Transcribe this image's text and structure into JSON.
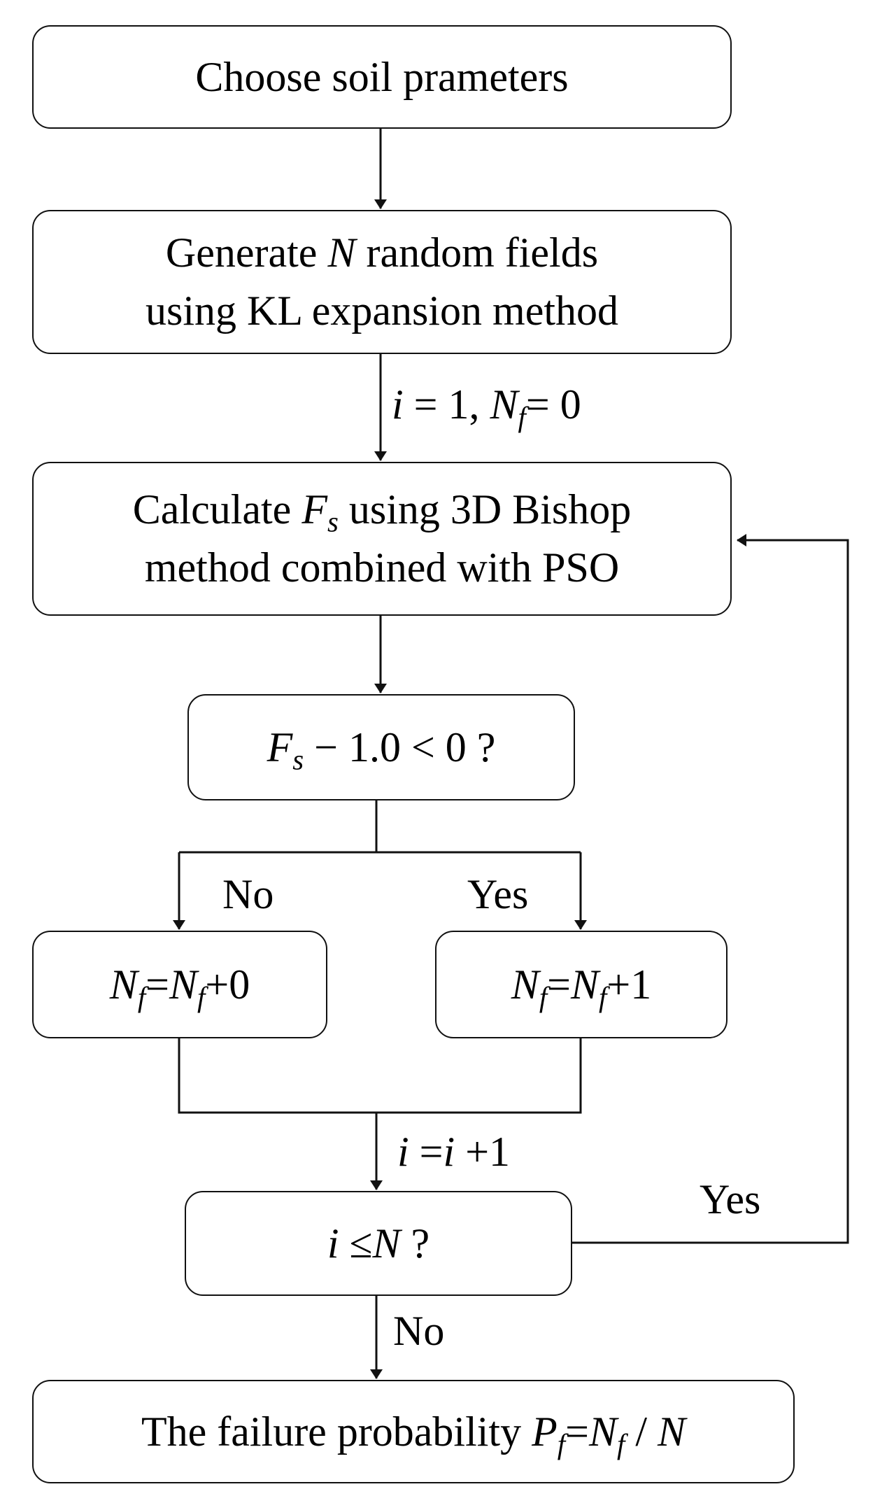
{
  "diagram": {
    "step1": "Choose soil prameters",
    "step2": {
      "line1_a": "Generate ",
      "line1_var": "N",
      "line1_b": " random fields",
      "line2": "using KL expansion method"
    },
    "init_label": {
      "i": "i",
      "eq1": " = 1, ",
      "N": "N",
      "sub_f": "f",
      "eq2": "= 0"
    },
    "step3": {
      "line1_a": "Calculate ",
      "F": "F",
      "sub_s": "s",
      "line1_b": " using 3D Bishop",
      "line2": "method combined with PSO"
    },
    "decision1": {
      "F": "F",
      "sub_s": "s",
      "rest": " − 1.0 < 0 ?"
    },
    "branch_no_label": "No",
    "branch_yes_label": "Yes",
    "no_box": {
      "N1": "N",
      "sub1": "f",
      "eq": "=",
      "N2": "N",
      "sub2": "f",
      "rest": "+0"
    },
    "yes_box": {
      "N1": "N",
      "sub1": "f",
      "eq": "=",
      "N2": "N",
      "sub2": "f",
      "rest": "+1"
    },
    "increment_label": {
      "i1": "i",
      "eq": " =",
      "i2": "i",
      "rest": " +1"
    },
    "decision2": {
      "i": "i",
      "mid": "  ≤",
      "N": "N",
      "rest": " ?"
    },
    "loop_yes_label": "Yes",
    "exit_no_label": "No",
    "result": {
      "a": "The failure probability ",
      "P": "P",
      "sub_f1": "f",
      "eq": "=",
      "N1": "N",
      "sub_f2": "f",
      "slash": " / ",
      "N2": "N"
    }
  }
}
